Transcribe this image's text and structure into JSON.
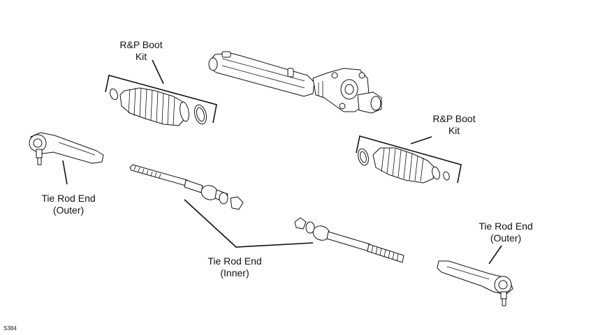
{
  "labels": {
    "boot_kit_left": {
      "line1": "R&P Boot",
      "line2": "Kit"
    },
    "boot_kit_right": {
      "line1": "R&P Boot",
      "line2": "Kit"
    },
    "tie_rod_outer_left": {
      "line1": "Tie Rod End",
      "line2": "(Outer)"
    },
    "tie_rod_outer_right": {
      "line1": "Tie Rod End",
      "line2": "(Outer)"
    },
    "tie_rod_inner": {
      "line1": "Tie Rod End",
      "line2": "(Inner)"
    }
  },
  "reference_code": "S384"
}
